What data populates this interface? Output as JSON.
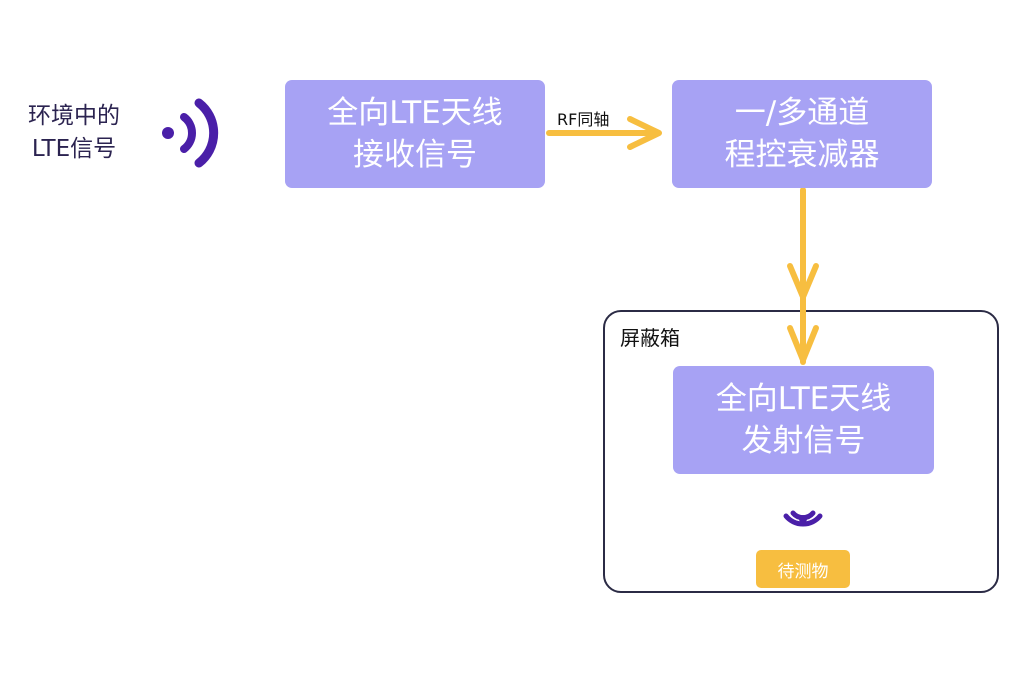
{
  "environment_signal": {
    "lines": [
      "环境中的",
      "LTE信号"
    ]
  },
  "nodes": {
    "receive_antenna": {
      "lines": [
        "全向LTE天线",
        "接收信号"
      ]
    },
    "attenuator": {
      "lines": [
        "一/多通道",
        "程控衰减器"
      ]
    },
    "transmit_antenna": {
      "lines": [
        "全向LTE天线",
        "发射信号"
      ]
    }
  },
  "edges": {
    "rf_coax_label": "RF同轴"
  },
  "shield_box": {
    "title": "屏蔽箱",
    "device_under_test": "待测物"
  },
  "colors": {
    "box_fill": "#a7a2f4",
    "arrow": "#f7be40",
    "signal_icon": "#4a1fa8",
    "badge": "#f7be40",
    "label_text": "#2b2350",
    "shield_border": "#2b2b45"
  },
  "icons": [
    "wifi-signal-right-icon",
    "wifi-signal-down-icon"
  ]
}
